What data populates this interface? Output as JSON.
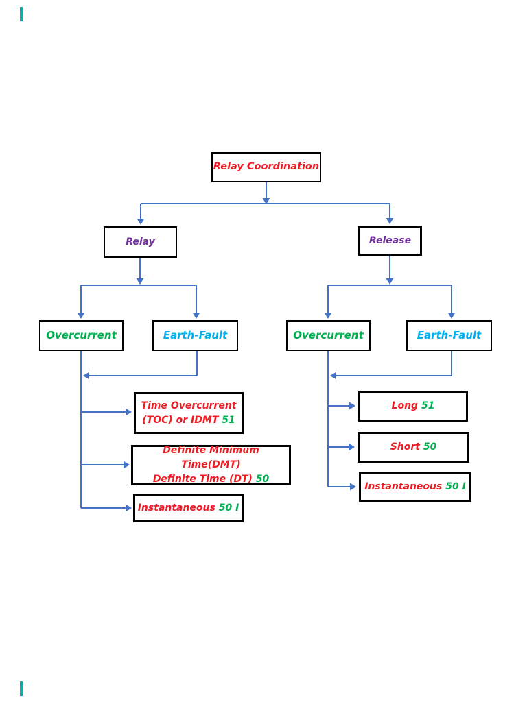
{
  "page": {
    "background": "#ffffff",
    "edge_mark_color": "#18A8A8"
  },
  "palette": {
    "connector_blue": "#4472C4",
    "box_border": "#000000",
    "text_red": "#ED1C24",
    "text_green": "#00B050",
    "text_purple": "#7030A0",
    "text_cyan": "#00B0F0"
  },
  "diagram": {
    "root": {
      "label": "Relay Coordination"
    },
    "relay": {
      "label": "Relay"
    },
    "release": {
      "label": "Release"
    },
    "relay_overcurrent": {
      "label": "Overcurrent"
    },
    "relay_earth_fault": {
      "label": "Earth-Fault"
    },
    "release_overcurrent": {
      "label": "Overcurrent"
    },
    "release_earth_fault": {
      "label": "Earth-Fault"
    },
    "relay_types": [
      {
        "main": "Time Overcurrent\n(TOC) or IDMT ",
        "code": "51"
      },
      {
        "main": "Definite Minimum Time(DMT)\nDefinite Time (DT) ",
        "code": "50"
      },
      {
        "main": "Instantaneous ",
        "code": "50 I"
      }
    ],
    "release_types": [
      {
        "main": "Long ",
        "code": "51"
      },
      {
        "main": "Short ",
        "code": "50"
      },
      {
        "main": "Instantaneous ",
        "code": "50 I"
      }
    ]
  }
}
